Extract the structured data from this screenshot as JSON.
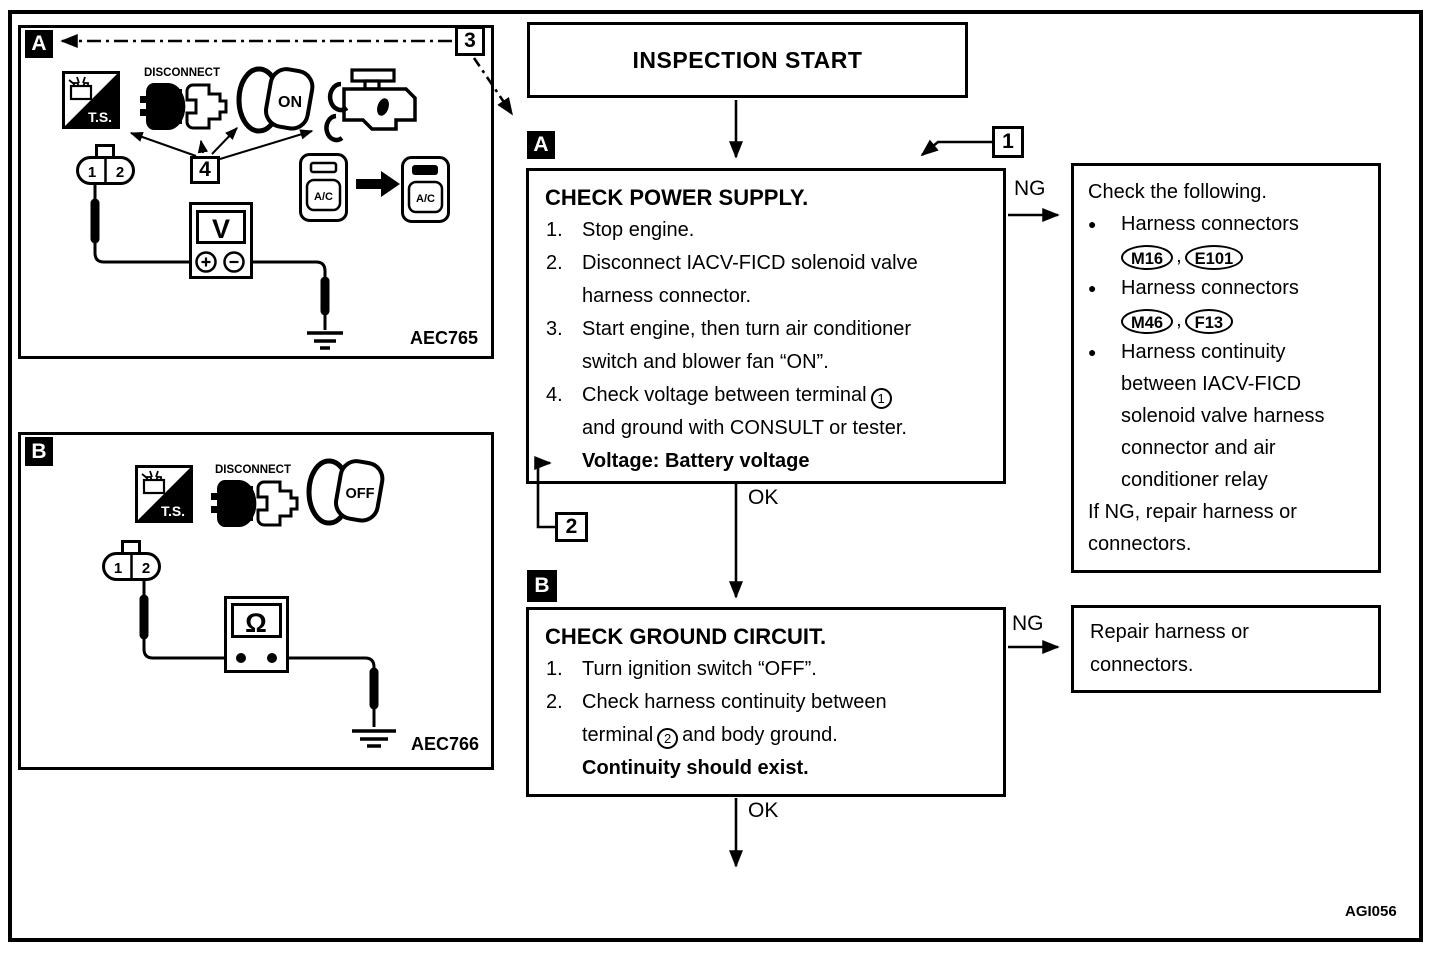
{
  "page": {
    "figure_code": "AGI056"
  },
  "labels": {
    "ok": "OK",
    "ng": "NG",
    "comma": ","
  },
  "tags": {
    "t1": "1",
    "t2": "2",
    "t3": "3",
    "t4": "4"
  },
  "sections": {
    "a": "A",
    "b": "B"
  },
  "icons": {
    "bullet": "●",
    "plus": "+",
    "minus": "−"
  },
  "figure_a": {
    "code": "AEC765",
    "ts_label": "T.S.",
    "disconnect_label": "DISCONNECT",
    "key_label": "ON",
    "terminal_1": "1",
    "terminal_2": "2",
    "meter_label": "V",
    "ac_label": "A/C",
    "ac_label_on": "A/C"
  },
  "figure_b": {
    "code": "AEC766",
    "ts_label": "T.S.",
    "disconnect_label": "DISCONNECT",
    "key_label": "OFF",
    "terminal_1": "1",
    "terminal_2": "2",
    "meter_label": "Ω"
  },
  "flow": {
    "start": "INSPECTION START",
    "power": {
      "title": "CHECK POWER SUPPLY.",
      "n1": "1.",
      "l1": "Stop engine.",
      "n2": "2.",
      "l2a": "Disconnect IACV-FICD solenoid valve",
      "l2b": "harness connector.",
      "n3": "3.",
      "l3a": "Start engine, then turn air conditioner",
      "l3b": "switch and blower fan “ON”.",
      "n4": "4.",
      "l4a": "Check voltage between terminal",
      "l4_circle": "1",
      "l4b": "and ground with CONSULT or tester.",
      "spec": "Voltage: Battery voltage"
    },
    "ground": {
      "title": "CHECK GROUND CIRCUIT.",
      "n1": "1.",
      "l1": "Turn ignition switch “OFF”.",
      "n2": "2.",
      "l2a": "Check harness continuity between",
      "l2b": "terminal",
      "l2_circle": "2",
      "l2c": "and body ground.",
      "spec": "Continuity should exist."
    },
    "check_box": {
      "intro": "Check the following.",
      "b1": "Harness connectors",
      "b1c1": "M16",
      "b1c2": "E101",
      "b2": "Harness connectors",
      "b2c1": "M46",
      "b2c2": "F13",
      "b3l1": "Harness continuity",
      "b3l2": "between IACV-FICD",
      "b3l3": "solenoid valve harness",
      "b3l4": "connector and air",
      "b3l5": "conditioner relay",
      "outro1": "If NG, repair harness or",
      "outro2": "connectors."
    },
    "repair_box": {
      "l1": "Repair harness or",
      "l2": "connectors."
    }
  }
}
